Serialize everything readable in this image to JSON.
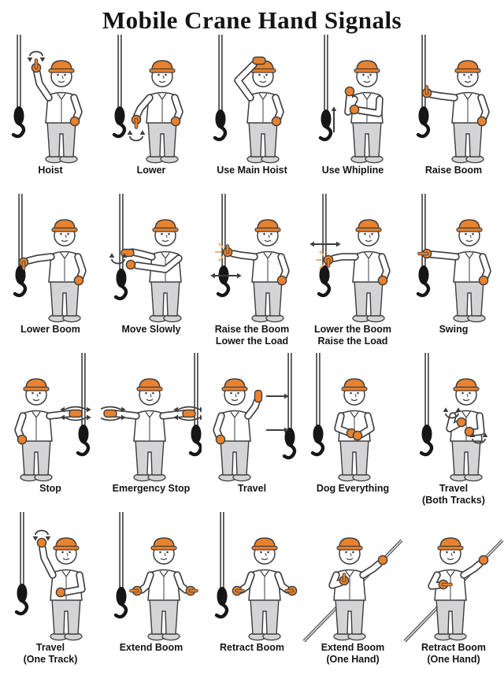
{
  "title": "Mobile Crane Hand Signals",
  "colors": {
    "orange": "#E8822F",
    "orange_light": "#F2B27C",
    "pants": "#D4D4D6",
    "outline": "#3E3E3E",
    "black": "#161616",
    "text": "#141414"
  },
  "rows": [
    {
      "cells": [
        {
          "pose": "hoist",
          "label1": "Hoist"
        },
        {
          "pose": "lower",
          "label1": "Lower"
        },
        {
          "pose": "use-main-hoist",
          "label1": "Use Main Hoist"
        },
        {
          "pose": "use-whipline",
          "label1": "Use Whipline"
        },
        {
          "pose": "raise-boom",
          "label1": "Raise Boom"
        }
      ]
    },
    {
      "cells": [
        {
          "pose": "lower-boom",
          "label1": "Lower Boom"
        },
        {
          "pose": "move-slowly",
          "label1": "Move Slowly"
        },
        {
          "pose": "raise-boom-lower-load",
          "label1": "Raise the Boom",
          "label2": "Lower the Load"
        },
        {
          "pose": "lower-boom-raise-load",
          "label1": "Lower the Boom",
          "label2": "Raise the Load"
        },
        {
          "pose": "swing",
          "label1": "Swing"
        }
      ]
    },
    {
      "cells": [
        {
          "pose": "stop",
          "label1": "Stop"
        },
        {
          "pose": "emergency-stop",
          "label1": "Emergency Stop"
        },
        {
          "pose": "travel",
          "label1": "Travel"
        },
        {
          "pose": "dog-everything",
          "label1": "Dog Everything"
        },
        {
          "pose": "travel-both-tracks",
          "label1": "Travel",
          "label2": "(Both Tracks)"
        }
      ]
    },
    {
      "cells": [
        {
          "pose": "travel-one-track",
          "label1": "Travel",
          "label2": "(One Track)"
        },
        {
          "pose": "extend-boom",
          "label1": "Extend Boom"
        },
        {
          "pose": "retract-boom",
          "label1": "Retract Boom"
        },
        {
          "pose": "extend-boom-one-hand",
          "label1": "Extend Boom",
          "label2": "(One Hand)"
        },
        {
          "pose": "retract-boom-one-hand",
          "label1": "Retract Boom",
          "label2": "(One Hand)"
        }
      ]
    }
  ]
}
